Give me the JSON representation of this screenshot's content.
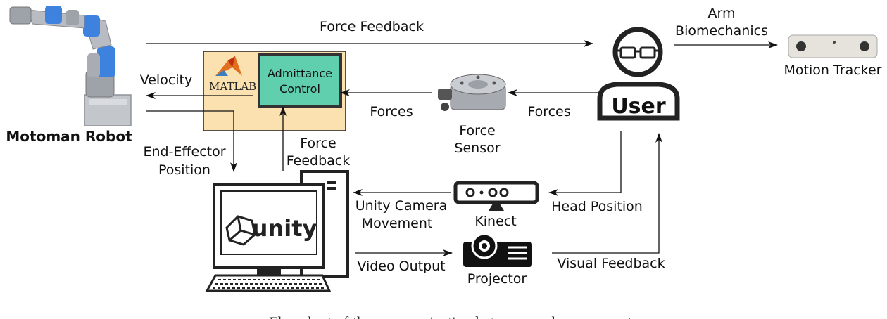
{
  "nodes": {
    "robot": "Motoman Robot",
    "matlab": "MATLAB",
    "admittance_line1": "Admittance",
    "admittance_line2": "Control",
    "user": "User",
    "motion_tracker": "Motion Tracker",
    "force_sensor_line1": "Force",
    "force_sensor_line2": "Sensor",
    "kinect": "Kinect",
    "projector": "Projector",
    "unity": "unity"
  },
  "edges": {
    "force_feedback_top": "Force Feedback",
    "arm_biomech_line1": "Arm",
    "arm_biomech_line2": "Biomechanics",
    "velocity": "Velocity",
    "forces_left": "Forces",
    "forces_right": "Forces",
    "end_effector_line1": "End-Effector",
    "end_effector_line2": "Position",
    "force_feedback_mid_line1": "Force",
    "force_feedback_mid_line2": "Feedback",
    "unity_camera_line1": "Unity Camera",
    "unity_camera_line2": "Movement",
    "head_position": "Head Position",
    "video_output": "Video Output",
    "visual_feedback": "Visual Feedback"
  },
  "caption": "Flowchart of the communication between each component",
  "colors": {
    "matlab_panel": "#fbe0b0",
    "admittance_box": "#5fcfae",
    "robot_blue": "#3e82e0",
    "robot_grey": "#b8bcc2"
  }
}
